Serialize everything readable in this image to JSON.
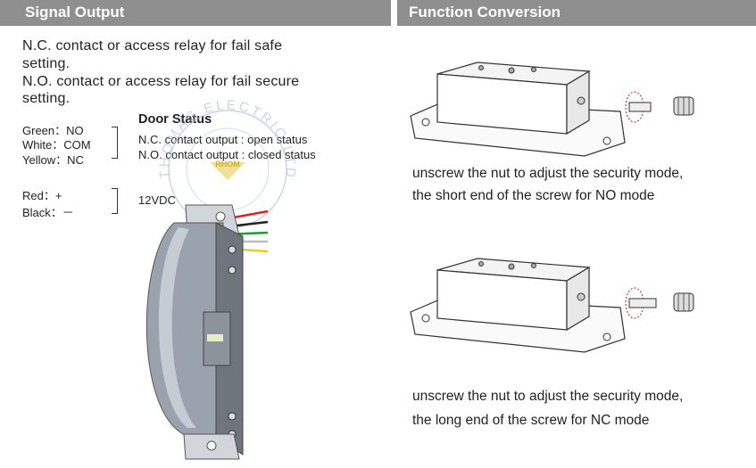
{
  "headers": {
    "signal_output": "Signal Output",
    "function_conversion": "Function Conversion"
  },
  "signal": {
    "nc_line1": "N.C. contact or access relay for fail safe",
    "nc_line2": "setting.",
    "no_line1": "N.O. contact or access relay for fail secure",
    "no_line2": "setting."
  },
  "wires": {
    "green": "Green：NO",
    "white": "White：COM",
    "yellow": "Yellow：NC",
    "red": "Red：+",
    "black": "Black：－"
  },
  "door_status": {
    "title": "Door Status",
    "nc": "N.C. contact output : open status",
    "no": "N.O. contact output : closed status"
  },
  "power": "12VDC",
  "watermark": {
    "arc_text": "THOMAS ELECTRIC LTD",
    "brand": "RHOM"
  },
  "conversion": {
    "no_line1": "unscrew the nut to adjust the security mode,",
    "no_line2": "the short end of the screw for NO mode",
    "nc_line1": "unscrew the nut to adjust the security mode,",
    "nc_line2": "the long end of the screw for NC mode"
  },
  "colors": {
    "header_bg": "#8f8f8f",
    "wire_red": "#d9261c",
    "wire_green": "#1e9a3a",
    "wire_yellow": "#e6d21c",
    "wire_black": "#222222",
    "wire_white": "#f2f2f2",
    "screw_highlight": "#d23a3a"
  }
}
